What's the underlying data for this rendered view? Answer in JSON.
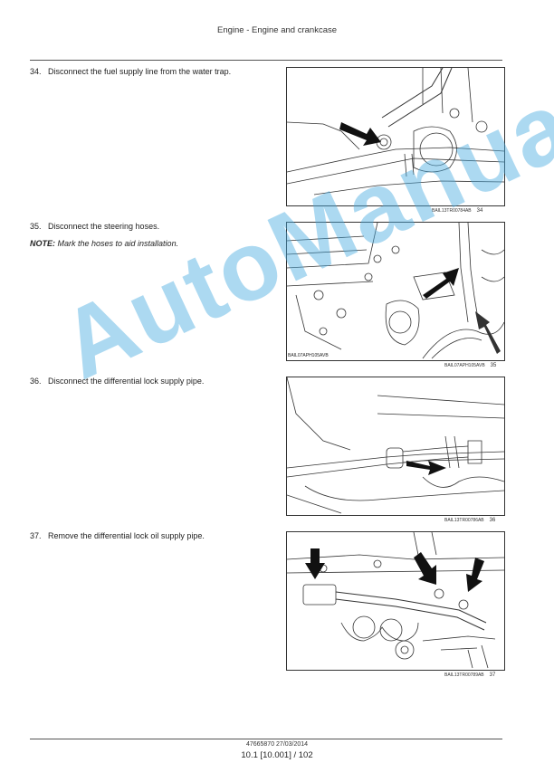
{
  "header": {
    "title": "Engine - Engine and crankcase"
  },
  "steps": [
    {
      "number": "34.",
      "text": "Disconnect the fuel supply line from the water trap.",
      "figure_code": "BAIL13TR00784AB",
      "figure_number": "34"
    },
    {
      "number": "35.",
      "text": "Disconnect the steering hoses.",
      "note_label": "NOTE:",
      "note_text": " Mark the hoses to aid installation.",
      "figure_code": "BAIL07APH105AVB",
      "figure_number": "35",
      "inset_label": "BAIL07APH105AVB"
    },
    {
      "number": "36.",
      "text": "Disconnect the differential lock supply pipe.",
      "figure_code": "BAIL13TR00786AB",
      "figure_number": "36"
    },
    {
      "number": "37.",
      "text": "Remove the differential lock oil supply pipe.",
      "figure_code": "BAIL13TR00789AB",
      "figure_number": "37"
    }
  ],
  "watermark": "AutoManuals",
  "footer": {
    "doc_number": "47665870 27/03/2014",
    "page": "10.1 [10.001] / 102"
  }
}
